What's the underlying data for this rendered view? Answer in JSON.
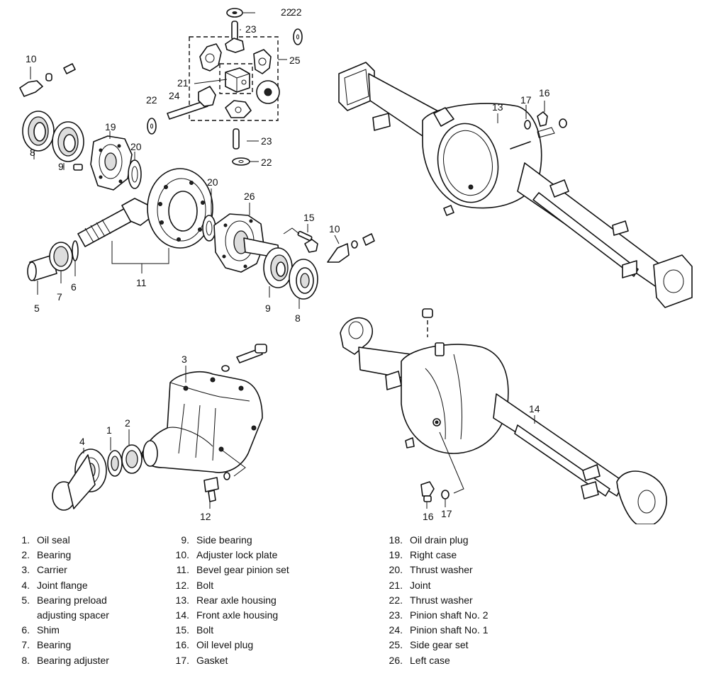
{
  "callouts": {
    "c1": "1",
    "c2": "2",
    "c3": "3",
    "c4": "4",
    "c5": "5",
    "c6": "6",
    "c7": "7",
    "c8a": "8",
    "c8b": "8",
    "c9a": "9",
    "c9b": "9",
    "c10a": "10",
    "c10b": "10",
    "c11": "11",
    "c12": "12",
    "c13": "13",
    "c14": "14",
    "c15": "15",
    "c16a": "16",
    "c16b": "16",
    "c17a": "17",
    "c17b": "17",
    "c19": "19",
    "c20a": "20",
    "c20b": "20",
    "c21": "21",
    "c22a": "22",
    "c22b": "22",
    "c22c": "22",
    "c22d": "22",
    "c23a": "23",
    "c23b": "23",
    "c24": "24",
    "c25": "25",
    "c26": "26"
  },
  "legend": {
    "col1": [
      {
        "num": "1.",
        "label": "Oil seal"
      },
      {
        "num": "2.",
        "label": "Bearing"
      },
      {
        "num": "3.",
        "label": "Carrier"
      },
      {
        "num": "4.",
        "label": "Joint flange"
      },
      {
        "num": "5.",
        "label": "Bearing preload",
        "cont": "adjusting spacer"
      },
      {
        "num": "6.",
        "label": "Shim"
      },
      {
        "num": "7.",
        "label": "Bearing"
      },
      {
        "num": "8.",
        "label": "Bearing adjuster"
      }
    ],
    "col2": [
      {
        "num": "9.",
        "label": "Side bearing"
      },
      {
        "num": "10.",
        "label": "Adjuster lock plate"
      },
      {
        "num": "11.",
        "label": "Bevel gear pinion set"
      },
      {
        "num": "12.",
        "label": "Bolt"
      },
      {
        "num": "13.",
        "label": "Rear axle housing"
      },
      {
        "num": "14.",
        "label": "Front axle housing"
      },
      {
        "num": "15.",
        "label": "Bolt"
      },
      {
        "num": "16.",
        "label": "Oil level plug"
      },
      {
        "num": "17.",
        "label": "Gasket"
      }
    ],
    "col3": [
      {
        "num": "18.",
        "label": "Oil drain plug"
      },
      {
        "num": "19.",
        "label": "Right case"
      },
      {
        "num": "20.",
        "label": "Thrust washer"
      },
      {
        "num": "21.",
        "label": "Joint"
      },
      {
        "num": "22.",
        "label": "Thrust washer"
      },
      {
        "num": "23.",
        "label": "Pinion shaft No. 2"
      },
      {
        "num": "24.",
        "label": "Pinion shaft No. 1"
      },
      {
        "num": "25.",
        "label": "Side gear set"
      },
      {
        "num": "26.",
        "label": "Left case"
      }
    ]
  }
}
